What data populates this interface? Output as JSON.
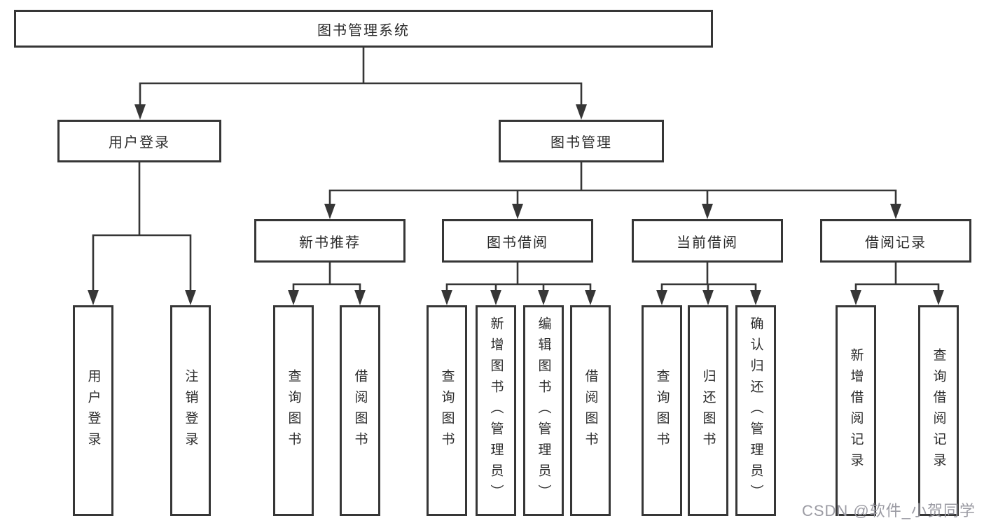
{
  "diagram": {
    "root": {
      "label": "图书管理系统"
    },
    "branches": {
      "user_login": {
        "label": "用户登录",
        "children": {
          "login": {
            "label": "用户登录"
          },
          "logout": {
            "label": "注销登录"
          }
        }
      },
      "book_management": {
        "label": "图书管理",
        "children": {
          "new_book_recommend": {
            "label": "新书推荐",
            "children": {
              "query_books": {
                "label": "查询图书"
              },
              "borrow_books": {
                "label": "借阅图书"
              }
            }
          },
          "book_borrowing": {
            "label": "图书借阅",
            "children": {
              "query_books": {
                "label": "查询图书"
              },
              "add_books": {
                "label": "新增图书（管理员）"
              },
              "edit_books": {
                "label": "编辑图书（管理员）"
              },
              "borrow_books": {
                "label": "借阅图书"
              }
            }
          },
          "current_borrowing": {
            "label": "当前借阅",
            "children": {
              "query_books": {
                "label": "查询图书"
              },
              "return_books": {
                "label": "归还图书"
              },
              "confirm_return": {
                "label": "确认归还（管理员）"
              }
            }
          },
          "borrowing_records": {
            "label": "借阅记录",
            "children": {
              "add_record": {
                "label": "新增借阅记录"
              },
              "query_record": {
                "label": "查询借阅记录"
              }
            }
          }
        }
      }
    }
  },
  "watermark": {
    "text": "CSDN @软件_小贺同学"
  },
  "colors": {
    "line": "#363636",
    "node_text": "#2b2b2b",
    "node_fill": "#ffffff",
    "watermark": "#9b9ba3",
    "background": "#ffffff"
  }
}
